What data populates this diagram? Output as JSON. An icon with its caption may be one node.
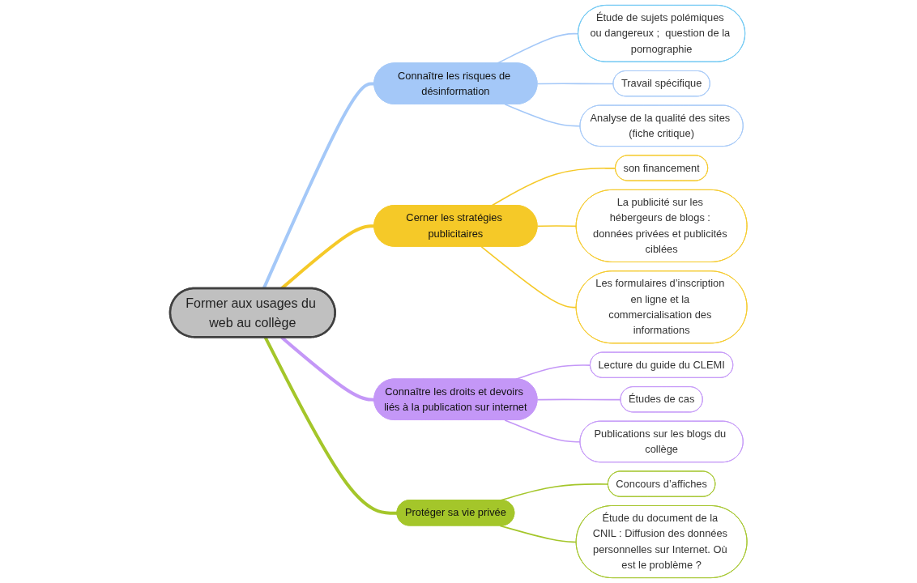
{
  "diagram": {
    "nodes": [
      {
        "text": [
          "Former aux usages du web au collège"
        ]
      },
      {
        "text": [
          "Connaître les risques de désinformation"
        ]
      },
      {
        "text": [
          "Étude de sujets polémiques ou dangereux ;  question de la pornographie"
        ]
      },
      {
        "text": [
          "Travail spécifique"
        ]
      },
      {
        "text": [
          "Analyse de la qualité des sites (fiche critique)"
        ]
      },
      {
        "text": [
          "Cerner les stratégies publicitaires"
        ]
      },
      {
        "text": [
          "son financement"
        ]
      },
      {
        "text": [
          "La publicité sur les hébergeurs de blogs : données privées et publicités ciblées"
        ]
      },
      {
        "text": [
          "Les formulaires d’inscription en ligne et la commercialisation des informations"
        ]
      },
      {
        "text": [
          "Connaître les droits et devoirs liés à la publication sur internet"
        ]
      },
      {
        "text": [
          "Lecture du guide du CLEMI"
        ]
      },
      {
        "text": [
          "Études de cas"
        ]
      },
      {
        "text": [
          "Publications sur les blogs du collège"
        ]
      },
      {
        "text": [
          "Protéger sa vie privée"
        ]
      },
      {
        "text": [
          "Concours d’affiches"
        ]
      },
      {
        "text": [
          "Étude du document de la CNIL : Diffusion des données personnelles sur Internet. Où est le problème ?"
        ]
      }
    ],
    "edges": [
      {
        "from": 0,
        "to": 1,
        "arrow": "none",
        "style": "thick",
        "color": "#a4c8f8"
      },
      {
        "from": 1,
        "to": 2,
        "arrow": "none",
        "color": "#a4c8f8"
      },
      {
        "from": 1,
        "to": 3,
        "arrow": "none",
        "color": "#a4c8f8"
      },
      {
        "from": 1,
        "to": 4,
        "arrow": "none",
        "color": "#a4c8f8"
      },
      {
        "from": 0,
        "to": 5,
        "arrow": "none",
        "style": "thick",
        "color": "#f5c928"
      },
      {
        "from": 5,
        "to": 6,
        "arrow": "none",
        "color": "#f5c928"
      },
      {
        "from": 5,
        "to": 7,
        "arrow": "none",
        "color": "#f5c928"
      },
      {
        "from": 5,
        "to": 8,
        "arrow": "none",
        "color": "#f5c928"
      },
      {
        "from": 0,
        "to": 9,
        "arrow": "none",
        "style": "thick",
        "color": "#c497f7"
      },
      {
        "from": 9,
        "to": 10,
        "arrow": "none",
        "color": "#c497f7"
      },
      {
        "from": 9,
        "to": 11,
        "arrow": "none",
        "color": "#c497f7"
      },
      {
        "from": 9,
        "to": 12,
        "arrow": "none",
        "color": "#c497f7"
      },
      {
        "from": 0,
        "to": 13,
        "arrow": "none",
        "style": "thick",
        "color": "#a4c62a"
      },
      {
        "from": 13,
        "to": 14,
        "arrow": "none",
        "color": "#a4c62a"
      },
      {
        "from": 13,
        "to": 15,
        "arrow": "none",
        "color": "#a4c62a"
      }
    ]
  }
}
